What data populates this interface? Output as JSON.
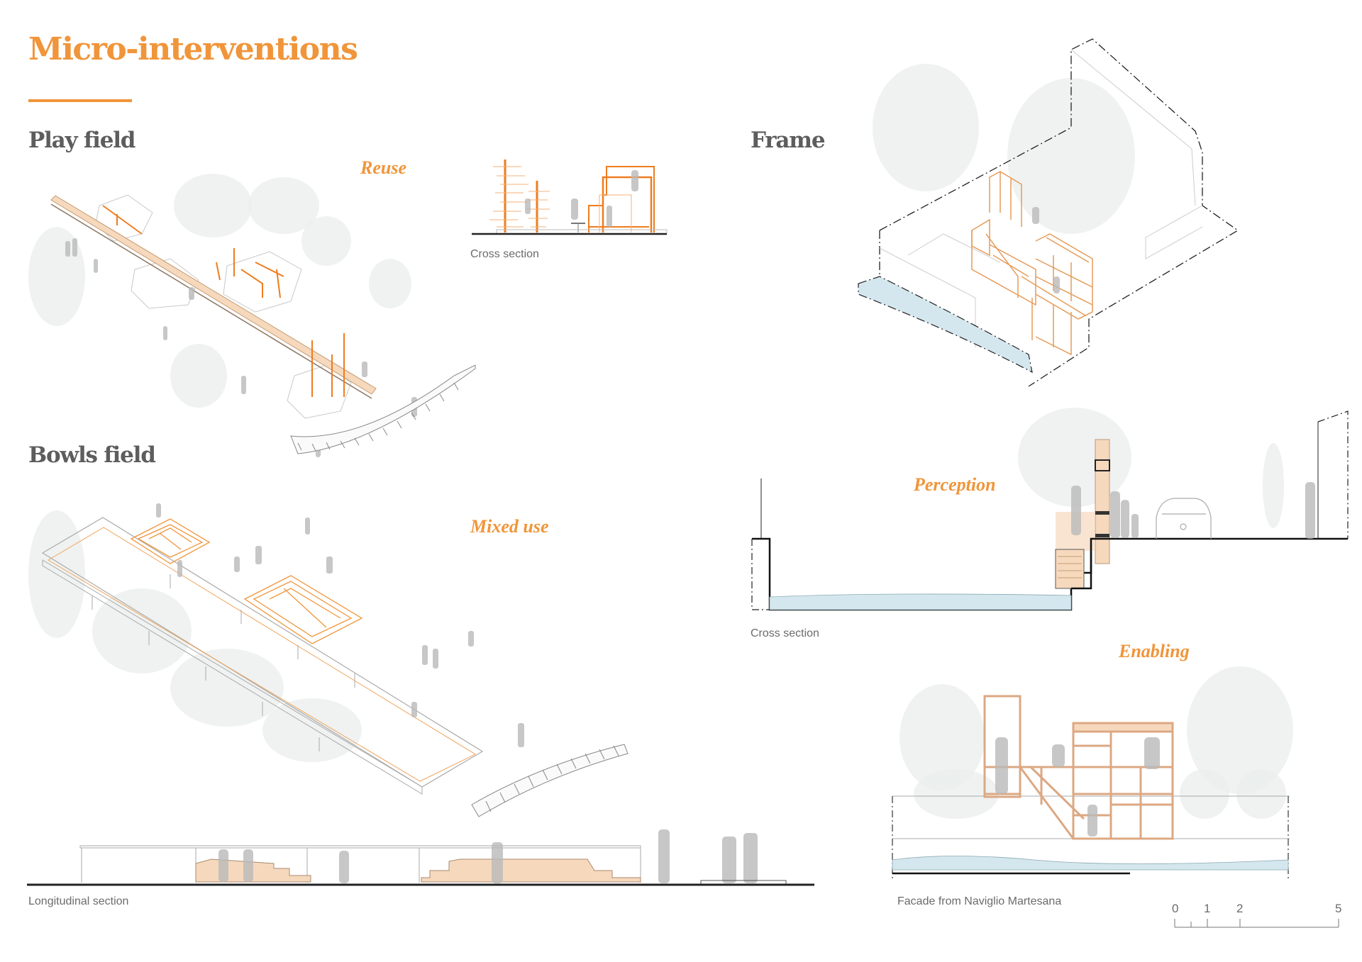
{
  "page": {
    "title": "Micro-interventions",
    "accent_color": "#f0953a",
    "wood_fill": "#f6d9bd",
    "water_fill": "#d5e7ee"
  },
  "sections": {
    "play_field": {
      "heading": "Play field",
      "tag": "Reuse",
      "inset_caption": "Cross section"
    },
    "bowls_field": {
      "heading": "Bowls field",
      "tag": "Mixed use",
      "caption": "Longitudinal section"
    },
    "frame": {
      "heading": "Frame",
      "tag_perception": "Perception",
      "section_caption": "Cross section",
      "tag_enabling": "Enabling",
      "facade_caption": "Facade from Naviglio Martesana"
    }
  },
  "scale_bar": {
    "labels": [
      "0",
      "1",
      "2",
      "5"
    ],
    "unit_positions": [
      0,
      1,
      2,
      5
    ]
  }
}
